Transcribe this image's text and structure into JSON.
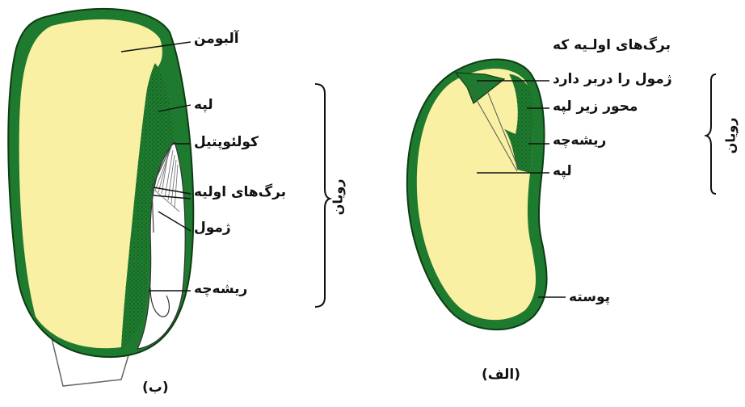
{
  "colors": {
    "seed_coat": "#1e7a2e",
    "endosperm": "#f9f0a4",
    "stipple": "#0e4a18",
    "embryo_space": "#ffffff",
    "line": "#111111"
  },
  "figure_b": {
    "caption": "(ب)",
    "labels": {
      "albumen": "آلبومن",
      "cotyledon": "لپه",
      "coleoptile": "کولئوپتیل",
      "first_leaves": "برگ‌های اولیه",
      "plumule": "ژمول",
      "radicle": "ریشه‌چه"
    },
    "embryo_bracket_label": "رویان"
  },
  "figure_alef": {
    "caption": "(الف)",
    "labels": {
      "first_leaves_line1": "برگ‌های اولـیه که",
      "first_leaves_line2": "ژمول را دربر دارد",
      "hypocotyl": "محور زیر لپه",
      "radicle": "ریشه‌چه",
      "cotyledon": "لپه",
      "seed_coat": "پوسته"
    },
    "embryo_bracket_label": "رویان"
  }
}
